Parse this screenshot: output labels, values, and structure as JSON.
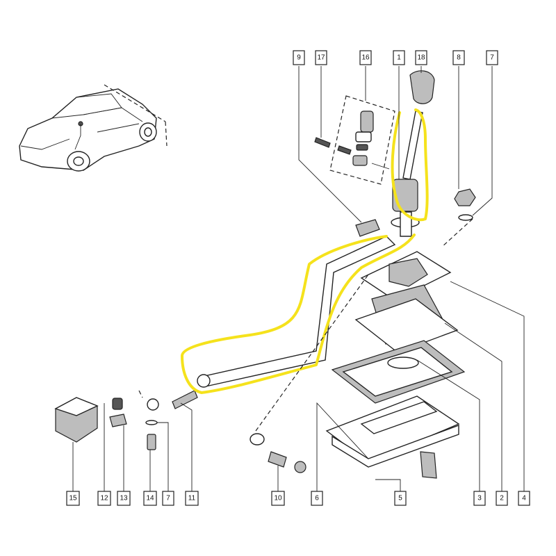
{
  "colors": {
    "highlight": "#f5e21c",
    "line": "#222222"
  },
  "references": [
    {
      "id": "9",
      "label": "9"
    },
    {
      "id": "17",
      "label": "17"
    },
    {
      "id": "16",
      "label": "16"
    },
    {
      "id": "1",
      "label": "1"
    },
    {
      "id": "18",
      "label": "18"
    },
    {
      "id": "8",
      "label": "8"
    },
    {
      "id": "7a",
      "label": "7"
    },
    {
      "id": "15",
      "label": "15"
    },
    {
      "id": "12",
      "label": "12"
    },
    {
      "id": "13",
      "label": "13"
    },
    {
      "id": "14",
      "label": "14"
    },
    {
      "id": "7b",
      "label": "7"
    },
    {
      "id": "11",
      "label": "11"
    },
    {
      "id": "10",
      "label": "10"
    },
    {
      "id": "6",
      "label": "6"
    },
    {
      "id": "5",
      "label": "5"
    },
    {
      "id": "3",
      "label": "3"
    },
    {
      "id": "2",
      "label": "2"
    },
    {
      "id": "4",
      "label": "4"
    }
  ]
}
